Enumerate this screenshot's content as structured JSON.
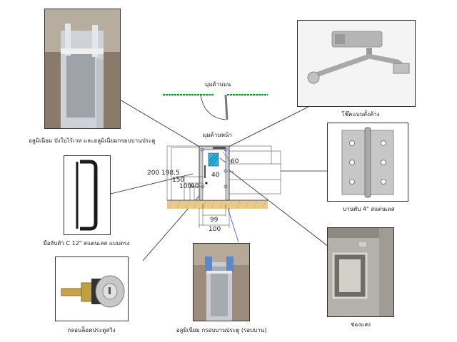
{
  "photos": {
    "frame_profile": {
      "caption": "อลูมิเนียม บังใบไร้เวท และอลูมิเนียมกรอบบานประตู"
    },
    "door_closer": {
      "caption": "โช๊คแบบตั้งค้าง"
    },
    "handle": {
      "caption": "มือจับตัว C 12\" สแตนเลส แบบตรง"
    },
    "hinge": {
      "caption": "บานพับ 4\" สแตนเลส"
    },
    "deadbolt": {
      "caption": "กลอนล็อคประตูสวิง"
    },
    "sash_profile": {
      "caption": "อลูมิเนียม กรอบบานประตู (รอบบาน)"
    },
    "vision_panel": {
      "caption": "ช่องแสง"
    }
  },
  "drawing": {
    "top_view_label": "มุมด้านบน",
    "front_view_label": "มุมด้านหน้า",
    "dims": {
      "height_200": "200",
      "height_198_5": "198.5",
      "height_150": "150",
      "height_100": "100",
      "height_90": "90",
      "top_60": "60",
      "width_40": "40",
      "width_99": "99",
      "width_100": "100"
    }
  },
  "colors": {
    "line": "#222222",
    "blue_line": "#3a55c8",
    "green": "#1a8a2a",
    "cyan": "#29b6e6",
    "floor": "#e9c98f"
  }
}
